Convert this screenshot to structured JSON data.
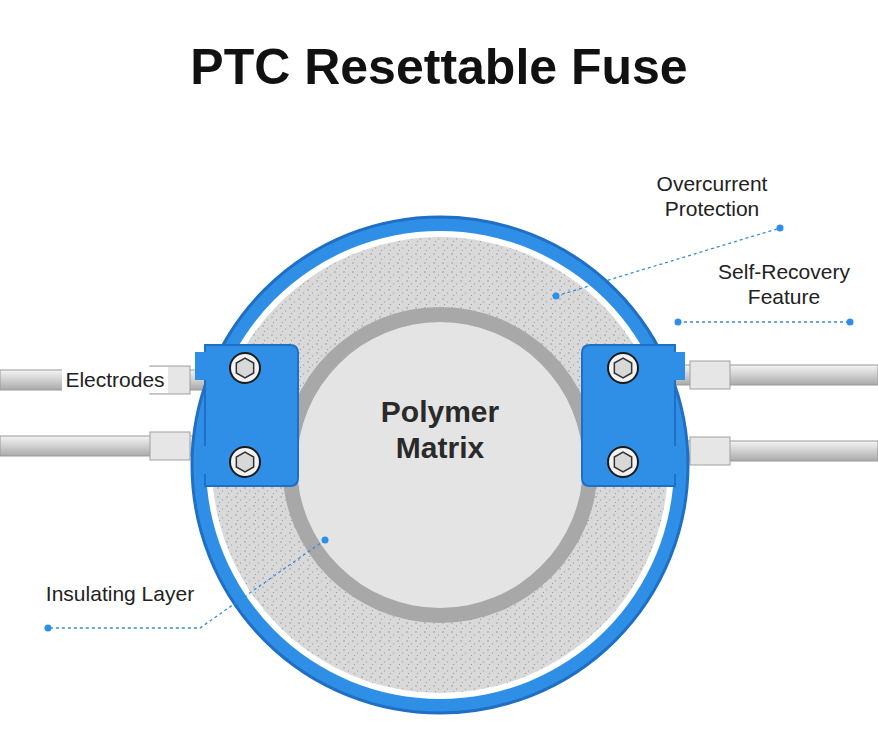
{
  "diagram": {
    "title": "PTC Resettable Fuse",
    "nodes": [
      {
        "text": [
          "Polymer Matrix"
        ]
      }
    ],
    "labels": [
      "Overcurrent Protection",
      "Self-Recovery Feature",
      "Electrodes",
      "Insulating Layer"
    ]
  }
}
